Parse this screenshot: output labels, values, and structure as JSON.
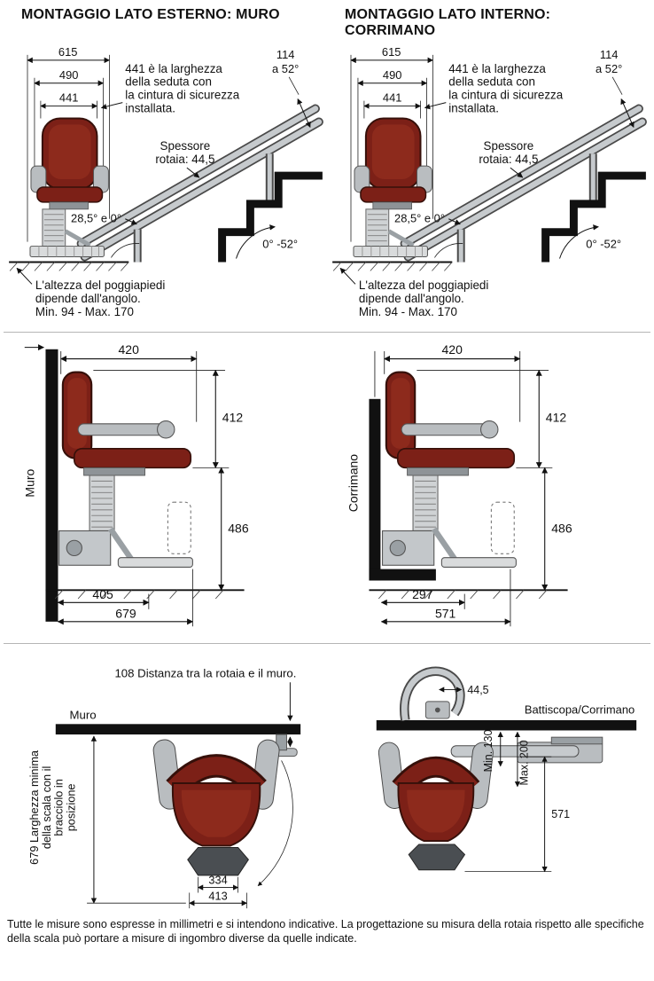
{
  "page": {
    "footer": "Tutte le misure sono espresse in millimetri e si intendono indicative. La progettazione su misura della rotaia rispetto alle specifiche della scala può portare a misure di ingombro diverse da quelle indicate."
  },
  "colors": {
    "seat": "#7c2017",
    "seat_dark": "#36100a",
    "metal": "#b9bdc0",
    "line": "#111111"
  },
  "top_left": {
    "title": "MONTAGGIO LATO ESTERNO: MURO",
    "dim_615": "615",
    "dim_490": "490",
    "dim_441": "441",
    "dim_114": "114",
    "angle_52": "a 52°",
    "seat_note": [
      "441 è la larghezza",
      "della seduta con",
      "la cintura di sicurezza",
      "installata."
    ],
    "rail_note": [
      "Spessore",
      "rotaia: 44,5"
    ],
    "angle_low": "28,5° e 0°",
    "angle_range": "0° -52°",
    "footrest_note": [
      "L'altezza del poggiapiedi",
      "dipende dall'angolo.",
      "Min. 94 - Max. 170"
    ]
  },
  "top_right": {
    "title": "MONTAGGIO LATO INTERNO: CORRIMANO",
    "dim_615": "615",
    "dim_490": "490",
    "dim_441": "441",
    "dim_114": "114",
    "angle_52": "a 52°",
    "seat_note": [
      "441 è la larghezza",
      "della seduta con",
      "la cintura di sicurezza",
      "installata."
    ],
    "rail_note": [
      "Spessore",
      "rotaia: 44,5"
    ],
    "angle_low": "28,5° e 0°",
    "angle_range": "0° -52°",
    "footrest_note": [
      "L'altezza del poggiapiedi",
      "dipende dall'angolo.",
      "Min. 94 - Max. 170"
    ]
  },
  "mid_left": {
    "side_label": "Muro",
    "dim_420": "420",
    "dim_412": "412",
    "dim_486": "486",
    "dim_front": "405",
    "dim_total": "679"
  },
  "mid_right": {
    "side_label": "Corrimano",
    "dim_420": "420",
    "dim_412": "412",
    "dim_486": "486",
    "dim_front": "297",
    "dim_total": "571"
  },
  "bottom_left": {
    "rail_wall_note": "108 Distanza tra la rotaia e il muro.",
    "wall_label": "Muro",
    "min_width_note": [
      "679 Larghezza minima",
      "della scala con il",
      "bracciolo in",
      "posizione"
    ],
    "dim_334": "334",
    "dim_413": "413"
  },
  "bottom_right": {
    "label": "Battiscopa/Corrimano",
    "dim_44_5": "44,5",
    "dim_min": "Min. 130",
    "dim_max": "Max. 200",
    "dim_571": "571"
  }
}
